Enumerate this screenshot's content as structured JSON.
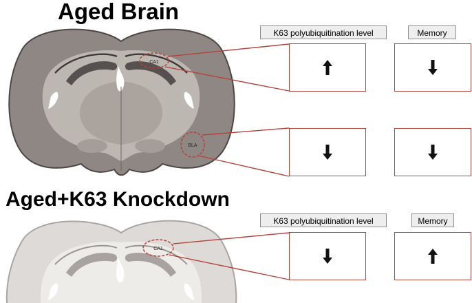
{
  "panels": [
    {
      "title": "Aged Brain",
      "k63_header": "K63 polyubiquitination level",
      "memory_header": "Memory",
      "regions": [
        {
          "label": "CA1",
          "k63": "up",
          "memory": "down"
        },
        {
          "label": "BLA",
          "k63": "down",
          "memory": "down"
        }
      ]
    },
    {
      "title": "Aged+K63 Knockdown",
      "k63_header": "K63 polyubiquitination level",
      "memory_header": "Memory",
      "regions": [
        {
          "label": "CA1",
          "k63": "down",
          "memory": "up"
        }
      ]
    }
  ],
  "colors": {
    "aged_tissue": "#8f8784",
    "aged_inner": "#bdb7b2",
    "knockdown_tissue": "#dedad8",
    "knockdown_inner": "#eeece9",
    "highlight": "#b5433a"
  }
}
